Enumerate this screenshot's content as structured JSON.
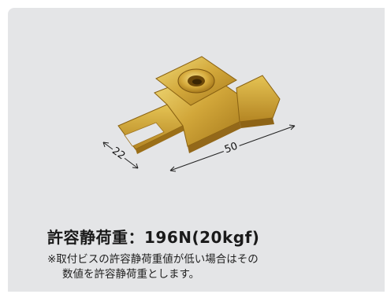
{
  "dimensions": {
    "width_label": "22",
    "length_label": "50"
  },
  "spec": {
    "title": "許容静荷重：196N(20kgf)"
  },
  "note": {
    "line1": "※取付ビスの許容静荷重値が低い場合はその",
    "line2": "数値を許容静荷重とします。"
  },
  "colors": {
    "panel_bg": "#e4e5e7",
    "metal_light": "#e8cc5c",
    "metal_mid": "#c89a26",
    "metal_dark": "#8a6212"
  }
}
